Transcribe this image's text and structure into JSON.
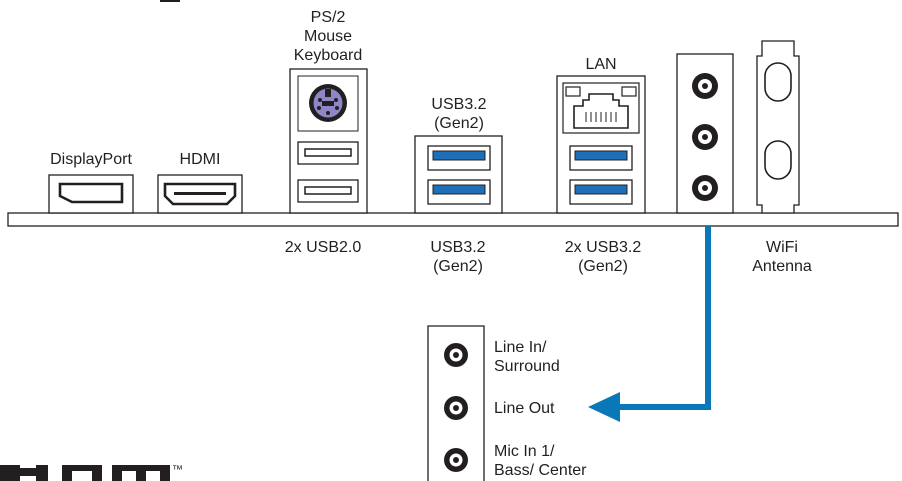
{
  "labels": {
    "ps2": "PS/2\nMouse\nKeyboard",
    "usb_top": "USB3.2\n(Gen2)",
    "lan": "LAN",
    "displayport": "DisplayPort",
    "hdmi": "HDMI",
    "usb20": "2x USB2.0",
    "usb_bottom": "USB3.2\n(Gen2)",
    "usb_lan": "2x USB3.2\n(Gen2)",
    "wifi": "WiFi\nAntenna",
    "line_in": "Line In/\nSurround",
    "line_out": "Line Out",
    "mic_in": "Mic In 1/\nBass/ Center"
  },
  "logo": {
    "tm": "™"
  },
  "colors": {
    "outline": "#231f20",
    "usb3_blue": "#1e6fb8",
    "arrow_blue": "#0a78b8",
    "ps2_purple": "#8e86c6"
  }
}
